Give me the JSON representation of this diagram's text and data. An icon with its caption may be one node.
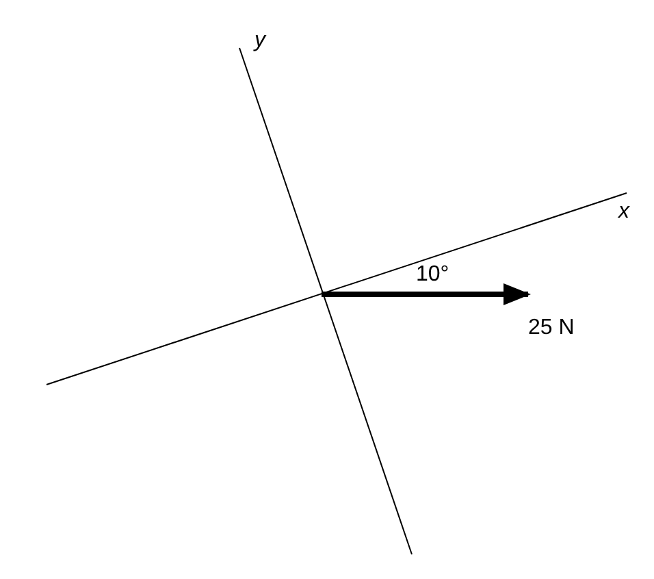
{
  "diagram": {
    "labels": [
      "y",
      "x",
      "10°",
      "25 N"
    ]
  }
}
